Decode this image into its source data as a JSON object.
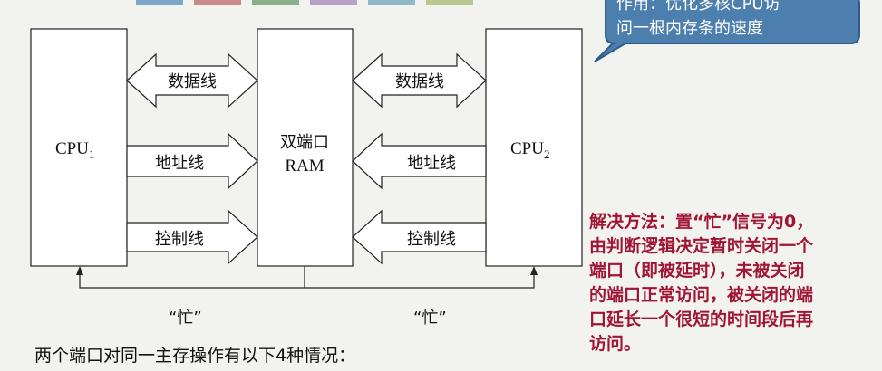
{
  "callout": {
    "line1": "作用：优化多核CPU访",
    "line2": "问一根内存条的速度"
  },
  "diagram": {
    "cpu1": {
      "text": "CPU",
      "sub": "1"
    },
    "cpu2": {
      "text": "CPU",
      "sub": "2"
    },
    "ram": {
      "line1": "双端口",
      "line2": "RAM"
    },
    "left_data": "数据线",
    "left_addr": "地址线",
    "left_ctrl": "控制线",
    "right_data": "数据线",
    "right_addr": "地址线",
    "right_ctrl": "控制线",
    "busy_left": "“忙”",
    "busy_right": "“忙”"
  },
  "note": {
    "lines": [
      "解决方法：置“忙”信号为0，",
      "由判断逻辑决定暂时关闭一个",
      "端口（即被延时），未被关闭",
      "的端口正常访问，被关闭的端",
      "口延长一个很短的时间段后再",
      "访问。"
    ]
  },
  "bottom_text": "两个端口对同一主存操作有以下4种情况：",
  "colors": {
    "note": "#a01535",
    "callout_fill": "#4d7fae",
    "callout_stroke": "#2f5d8a"
  }
}
